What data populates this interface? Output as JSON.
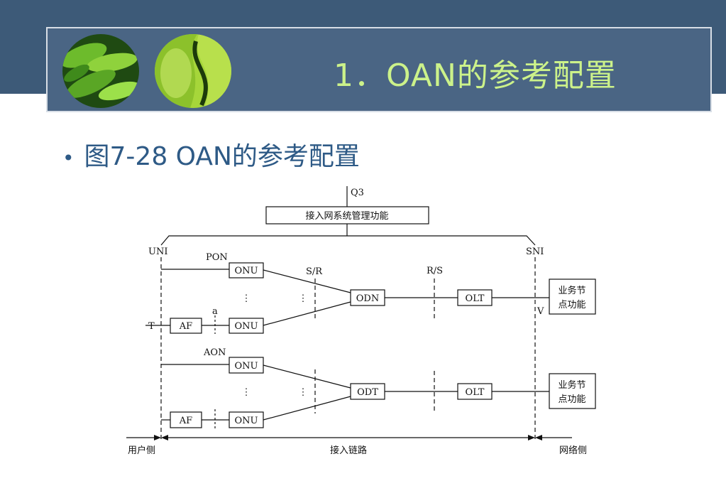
{
  "header": {
    "title": "1．OAN的参考配置"
  },
  "bullet": {
    "text": "图7-28 OAN的参考配置"
  },
  "diagram": {
    "q3": "Q3",
    "mgmt": "接入网系统管理功能",
    "uni": "UNI",
    "sni": "SNI",
    "pon": "PON",
    "aon": "AON",
    "sr": "S/R",
    "rs": "R/S",
    "onu": "ONU",
    "af": "AF",
    "odn": "ODN",
    "odt": "ODT",
    "olt": "OLT",
    "sn_line1": "业务节",
    "sn_line2": "点功能",
    "a": "a",
    "t": "T",
    "v": "V",
    "dots": "⋮",
    "user_side": "用户侧",
    "access_link": "接入链路",
    "network_side": "网络侧"
  }
}
